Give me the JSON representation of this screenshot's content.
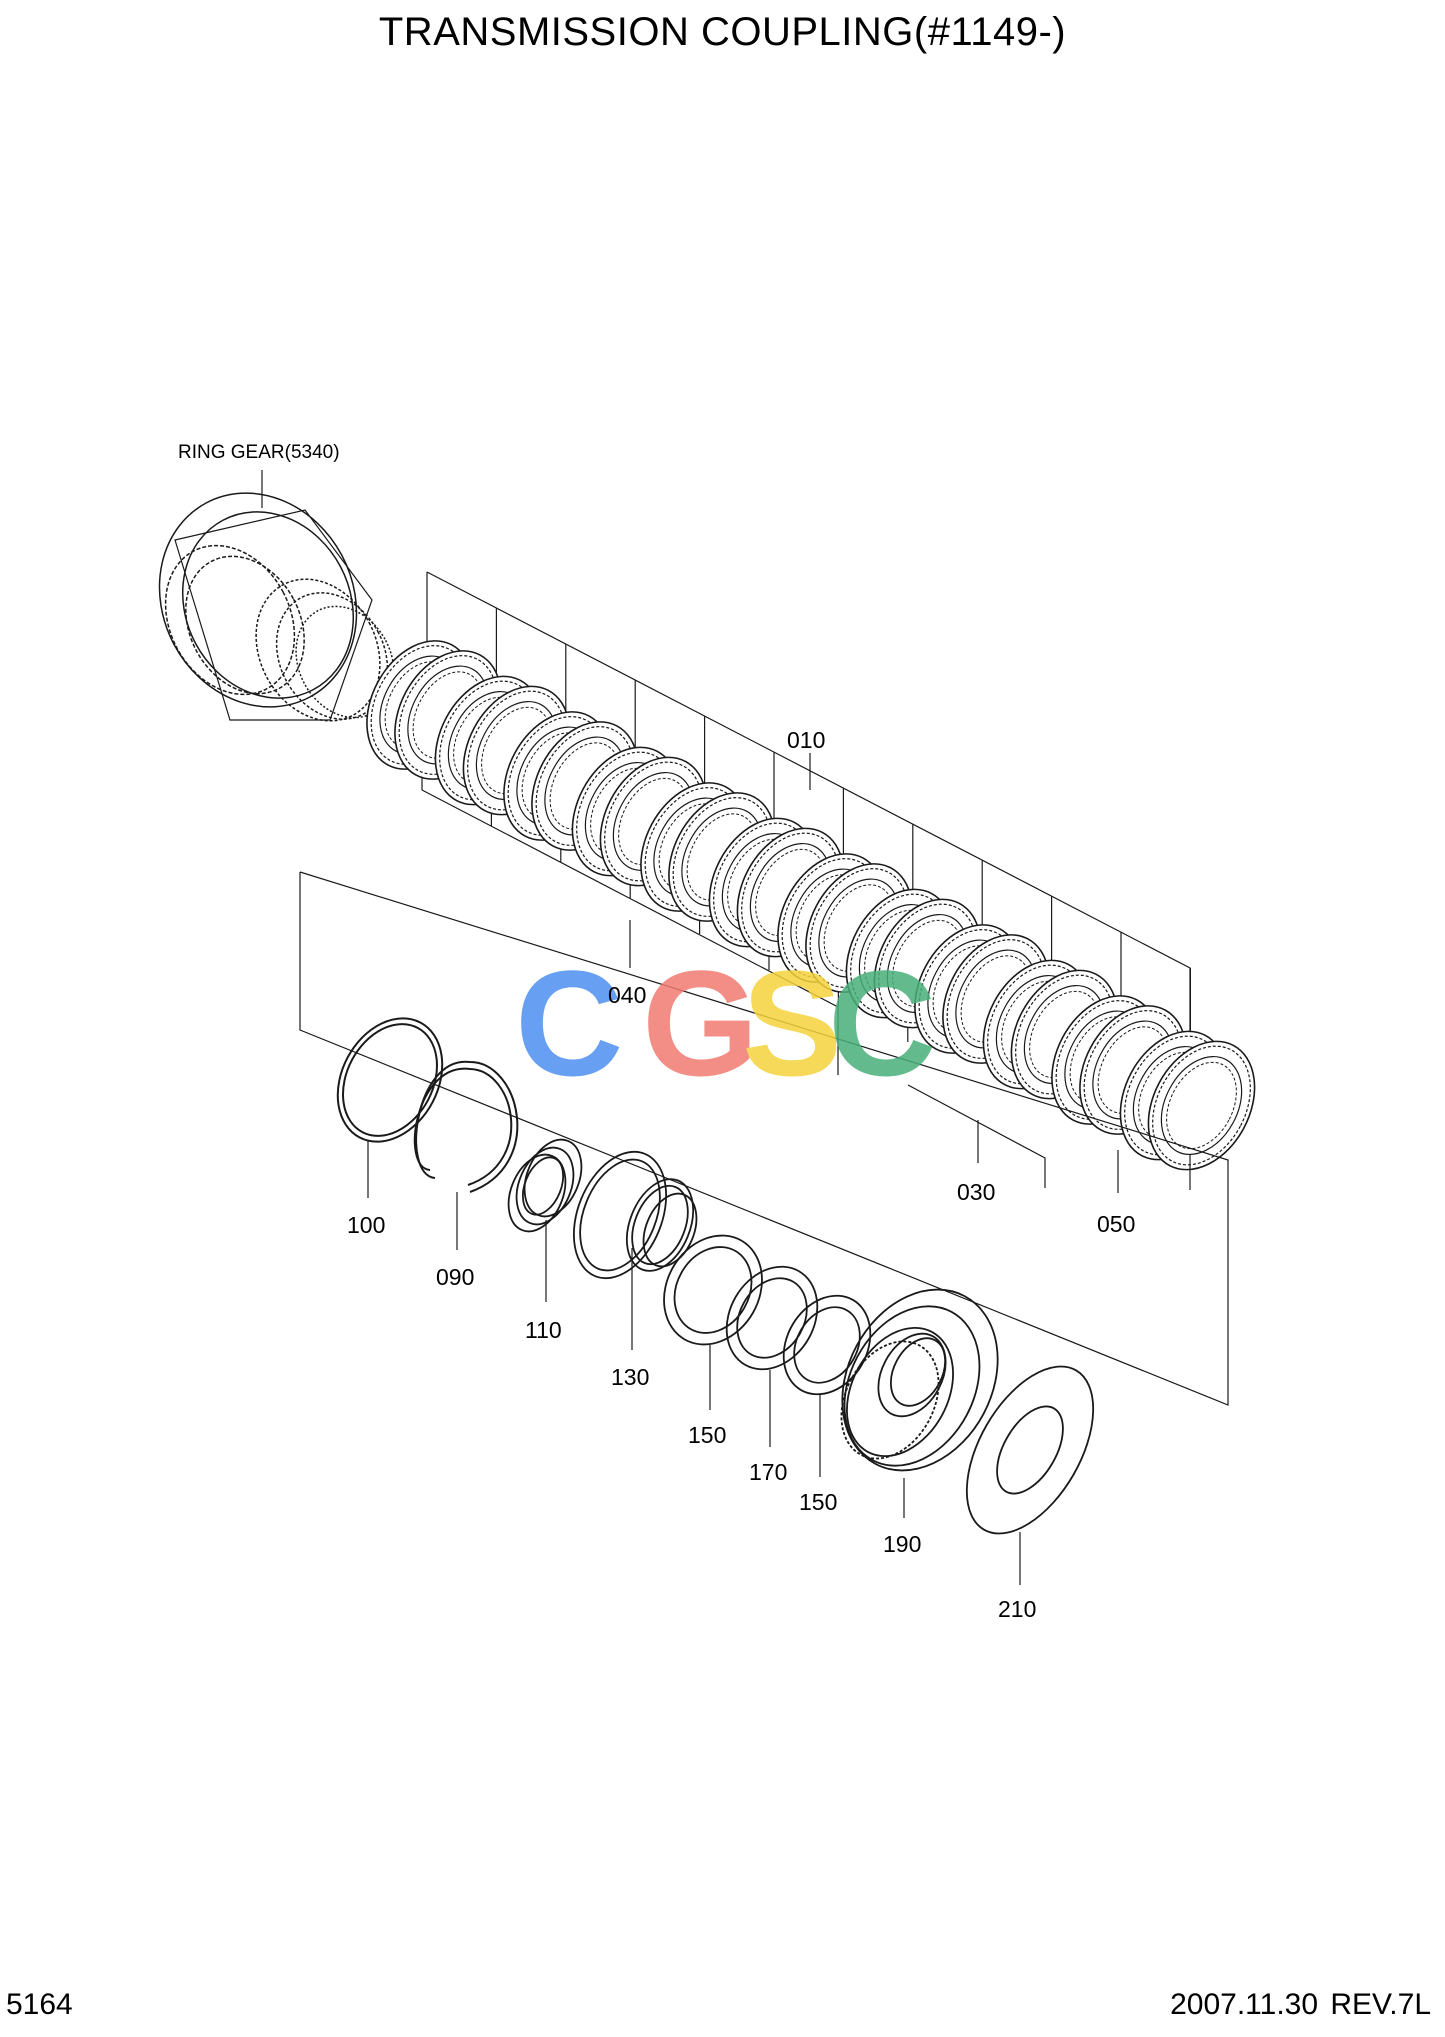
{
  "header": {
    "title": "TRANSMISSION COUPLING(#1149-)"
  },
  "footer": {
    "page_number": "5164",
    "revision": "2007.11.30  REV.7L"
  },
  "reference_label": "RING GEAR(5340)",
  "callouts": {
    "c010": "010",
    "c030": "030",
    "c040": "040",
    "c050": "050",
    "c090": "090",
    "c100": "100",
    "c110": "110",
    "c130": "130",
    "c150a": "150",
    "c170": "170",
    "c150b": "150",
    "c190": "190",
    "c210": "210"
  },
  "watermark": {
    "letters": [
      "C",
      "G",
      "S",
      "C"
    ],
    "colors": [
      "#4d8ff0",
      "#f07b72",
      "#f5d33c",
      "#48b07a"
    ]
  },
  "colors": {
    "line": "#1a1a1a"
  }
}
